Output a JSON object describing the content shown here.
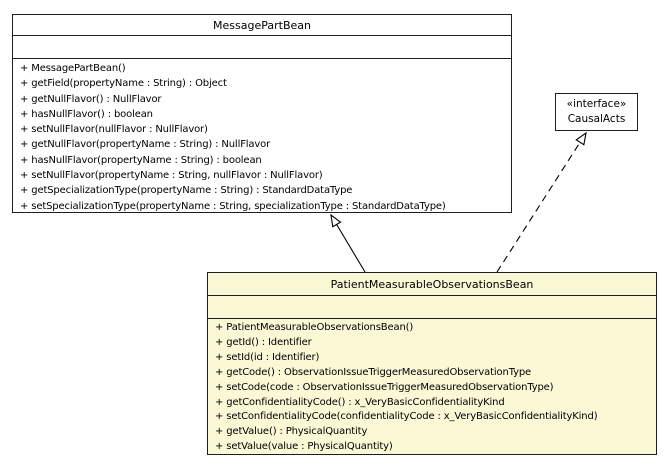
{
  "diagram": {
    "kind": "uml-class-diagram",
    "background": "#ffffff",
    "edge_color": "#000000"
  },
  "classes": {
    "message_part_bean": {
      "name": "MessagePartBean",
      "fill": "#ffffff",
      "methods": [
        "+ MessagePartBean()",
        "+ getField(propertyName : String) : Object",
        "+ getNullFlavor() : NullFlavor",
        "+ hasNullFlavor() : boolean",
        "+ setNullFlavor(nullFlavor : NullFlavor)",
        "+ getNullFlavor(propertyName : String) : NullFlavor",
        "+ hasNullFlavor(propertyName : String) : boolean",
        "+ setNullFlavor(propertyName : String, nullFlavor : NullFlavor)",
        "+ getSpecializationType(propertyName : String) : StandardDataType",
        "+ setSpecializationType(propertyName : String, specializationType : StandardDataType)"
      ]
    },
    "causal_acts": {
      "stereotype": "«interface»",
      "name": "CausalActs",
      "fill": "#ffffff",
      "methods": []
    },
    "patient_measurable_observations_bean": {
      "name": "PatientMeasurableObservationsBean",
      "fill": "#fbf8d6",
      "methods": [
        "+ PatientMeasurableObservationsBean()",
        "+ getId() : Identifier",
        "+ setId(id : Identifier)",
        "+ getCode() : ObservationIssueTriggerMeasuredObservationType",
        "+ setCode(code : ObservationIssueTriggerMeasuredObservationType)",
        "+ getConfidentialityCode() : x_VeryBasicConfidentialityKind",
        "+ setConfidentialityCode(confidentialityCode : x_VeryBasicConfidentialityKind)",
        "+ getValue() : PhysicalQuantity",
        "+ setValue(value : PhysicalQuantity)"
      ]
    }
  },
  "relations": [
    {
      "type": "generalization",
      "from": "PatientMeasurableObservationsBean",
      "to": "MessagePartBean",
      "line": "solid",
      "arrowhead": "open-triangle"
    },
    {
      "type": "realization",
      "from": "PatientMeasurableObservationsBean",
      "to": "CausalActs",
      "line": "dashed",
      "arrowhead": "open-triangle"
    }
  ]
}
